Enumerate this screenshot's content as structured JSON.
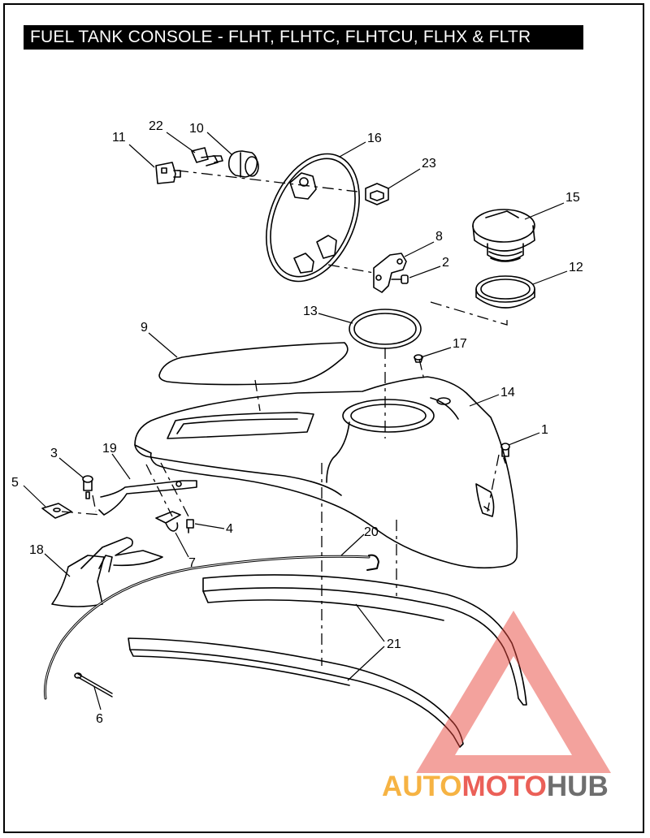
{
  "title": "FUEL TANK CONSOLE - FLHT, FLHTC, FLHTCU, FLHX & FLTR",
  "callouts": {
    "c1": "1",
    "c2": "2",
    "c3": "3",
    "c4": "4",
    "c5": "5",
    "c6": "6",
    "c7": "7",
    "c8": "8",
    "c9": "9",
    "c10": "10",
    "c11": "11",
    "c12": "12",
    "c13": "13",
    "c14": "14",
    "c15": "15",
    "c16": "16",
    "c17": "17",
    "c18": "18",
    "c19": "19",
    "c20": "20",
    "c21": "21",
    "c22": "22",
    "c23": "23"
  },
  "watermark": {
    "auto": "AUTO",
    "moto": "MOTO",
    "hub": "HUB",
    "colors": {
      "auto": "#f5a623",
      "moto": "#e8453c",
      "hub": "#555555",
      "triangle": "#e8453c"
    }
  }
}
